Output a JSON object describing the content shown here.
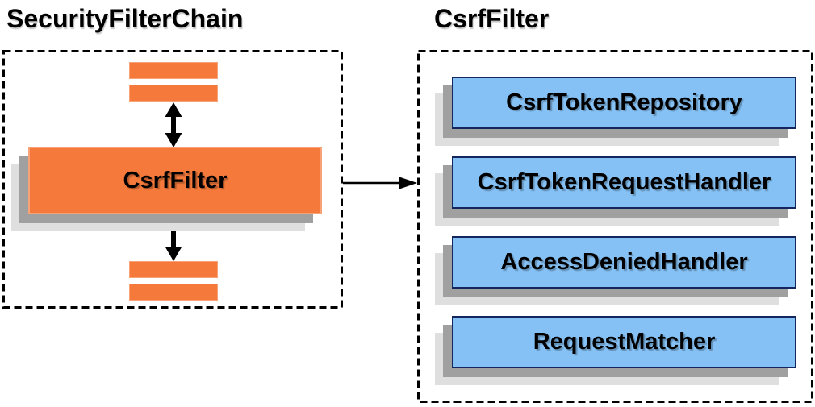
{
  "left_panel": {
    "title": "SecurityFilterChain",
    "filter_box_label": "CsrfFilter"
  },
  "right_panel": {
    "title": "CsrfFilter",
    "boxes": [
      {
        "label": "CsrfTokenRepository"
      },
      {
        "label": "CsrfTokenRequestHandler"
      },
      {
        "label": "AccessDeniedHandler"
      },
      {
        "label": "RequestMatcher"
      }
    ]
  },
  "icons": {
    "vertical_connector": "double-headed-arrow",
    "panel_connector": "right-arrow"
  },
  "colors": {
    "filter_orange": "#F4793B",
    "filter_orange_border": "#F8A277",
    "component_blue": "#85C1F4",
    "component_blue_border": "#13265E",
    "shadow_dark": "#A0A0A0",
    "shadow_light": "#DFDFDF",
    "boundary_dash": "#000000",
    "text": "#000000"
  }
}
